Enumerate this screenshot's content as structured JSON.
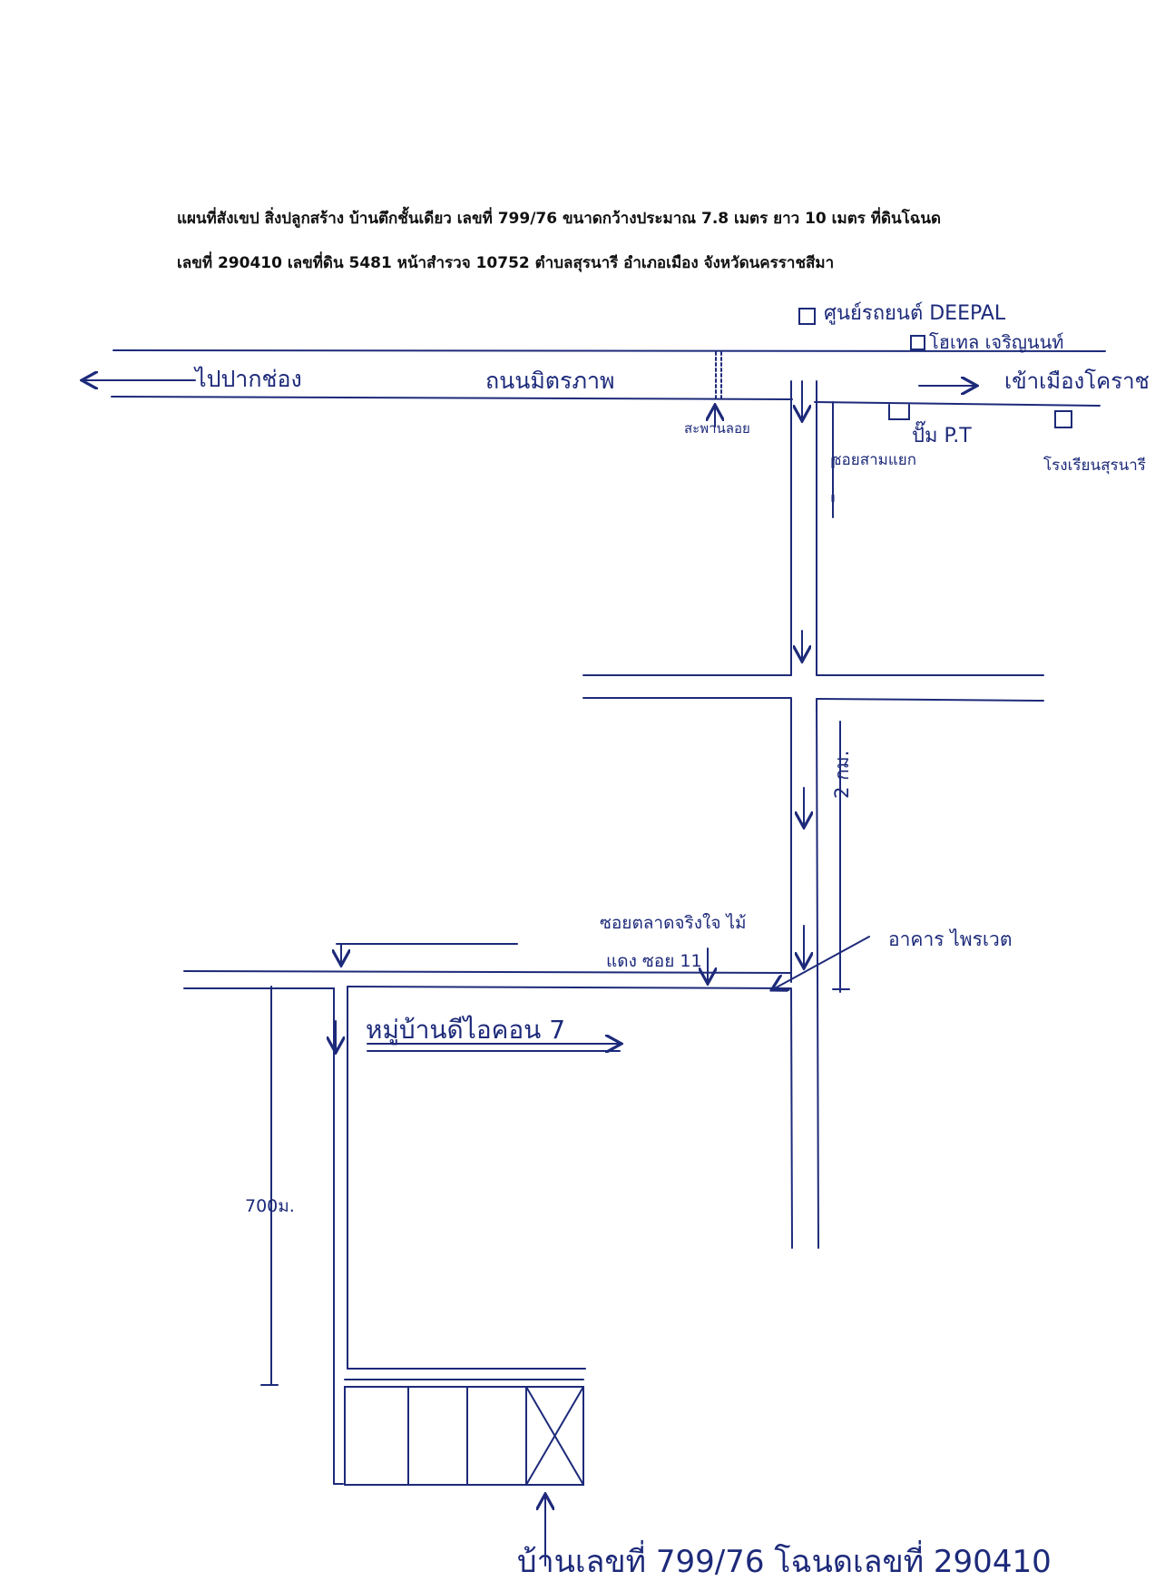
{
  "header": {
    "line1": "แผนที่สังเขป  สิ่งปลูกสร้าง บ้านตึกชั้นเดียว เลขที่ 799/76 ขนาดกว้างประมาณ 7.8 เมตร ยาว 10 เมตร ที่ดินโฉนด",
    "line2": "เลขที่ 290410 เลขที่ดิน 5481 หน้าสำรวจ 10752 ตำบลสุรนารี อำเภอเมือง จังหวัดนครราชสีมา"
  },
  "map": {
    "ink_color": "#1d2a7a",
    "landmarks": [
      {
        "id": "deepal",
        "label": "ศูนย์รถยนต์ DEEPAL"
      },
      {
        "id": "hotel",
        "label": "โฮเทล เจริญนนท์"
      },
      {
        "id": "pt",
        "label": "ปั๊ม P.T"
      },
      {
        "id": "school",
        "label": "โรงเรียนสุรนารี"
      }
    ],
    "labels": {
      "to_pakchong": "ไปปากช่อง",
      "road_main": "ถนนมิตรภาพ",
      "to_korat": "เข้าเมืองโคราช",
      "footbridge": "สะพานลอย",
      "soi_entrance": "ซอยสามแยก",
      "distance_2km": "2 กม.",
      "soi_mid_line1": "ซอยตลาดจริงใจ ไม้",
      "soi_mid_line2": "แดง ซอย 11",
      "temple": "อาคาร ไพรเวต",
      "village": "หมู่บ้านดีไอคอน 7",
      "distance_700m": "700ม.",
      "house_line": "บ้านเลขที่ 799/76 โฉนดเลขที่ 290410"
    }
  }
}
